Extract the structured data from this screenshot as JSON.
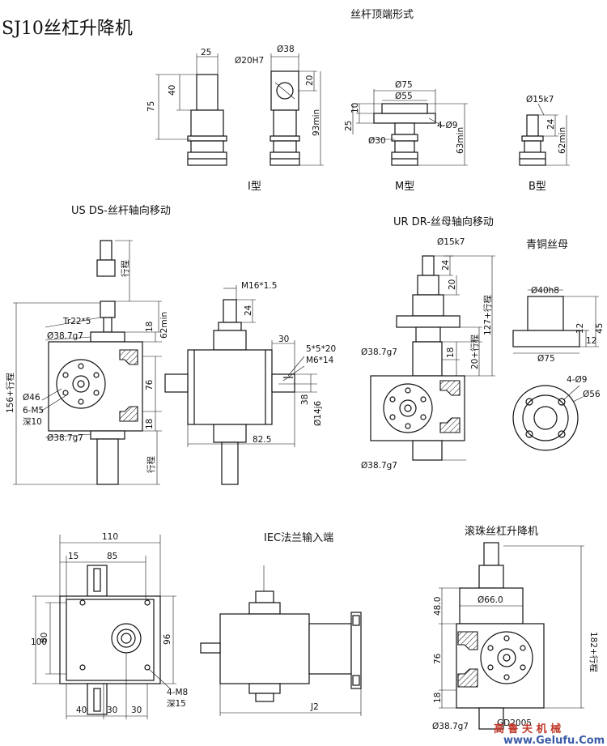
{
  "title": "SJ10丝杠升降机",
  "headings": {
    "top_ends": "丝杆顶端形式",
    "type_i": "I型",
    "type_m": "M型",
    "type_b": "B型",
    "us_ds": "US  DS-丝杆轴向移动",
    "ur_dr": "UR  DR-丝母轴向移动",
    "bronze_nut": "青铜丝母",
    "iec": "IEC法兰输入端",
    "ball_screw": "滚珠丝杠升降机"
  },
  "dims": {
    "i_25": "25",
    "i_40": "40",
    "i_75": "75",
    "i_020h7": "Ø20H7",
    "i_038": "Ø38",
    "i_20": "20",
    "i_93min": "93min",
    "m_075": "Ø75",
    "m_055": "Ø55",
    "m_10": "10",
    "m_25": "25",
    "m_4phi9": "4-Ø9",
    "m_030": "Ø30",
    "m_63min": "63min",
    "b_015k7": "Ø15k7",
    "b_24": "24",
    "b_62min": "62min",
    "us_stroke": "行程",
    "us_tr": "Tr22*5",
    "us_62min": "62min",
    "us_0387a": "Ø38.7g7",
    "us_18a": "18",
    "us_76": "76",
    "us_046": "Ø46",
    "us_6m5": "6-M5",
    "us_depth10": "深10",
    "us_156": "156+行程",
    "us_18b": "18",
    "us_0387b": "Ø38.7g7",
    "us_stroke2": "行程",
    "ds_m16": "M16*1.5",
    "ds_24": "24",
    "ds_30": "30",
    "ds_key": "5*5*20",
    "ds_m6": "M6*14",
    "ds_38": "38",
    "ds_014j6": "Ø14j6",
    "ds_825": "82.5",
    "ur_015k7": "Ø15k7",
    "ur_24": "24",
    "ur_20": "20",
    "ur_127": "127+行程",
    "ur_0387a": "Ø38.7g7",
    "ur_18": "18",
    "ur_20s": "20+行程",
    "ur_0387b": "Ø38.7g7",
    "bn_040h8": "Ø40h8",
    "bn_45": "45",
    "bn_12a": "12",
    "bn_12b": "12",
    "bn_075": "Ø75",
    "bn_4phi9": "4-Ø9",
    "bn_056": "Ø56",
    "bt_110": "110",
    "bt_15": "15",
    "bt_85": "85",
    "bt_100": "100",
    "bt_80": "80",
    "bt_96": "96",
    "bt_4m8": "4-M8",
    "bt_depth15": "深15",
    "bt_40": "40",
    "bt_30a": "30",
    "bt_30b": "30",
    "iec_j2": "J2",
    "bs_480": "48.0",
    "bs_0660": "Ø66.0",
    "bs_76": "76",
    "bs_18": "18",
    "bs_182": "182+行程",
    "bs_0387": "Ø38.7g7",
    "bs_gd": "GD2005"
  },
  "watermark": {
    "cn": "高 鲁 夫 机 械",
    "url": "www.Gelufu.Com"
  }
}
